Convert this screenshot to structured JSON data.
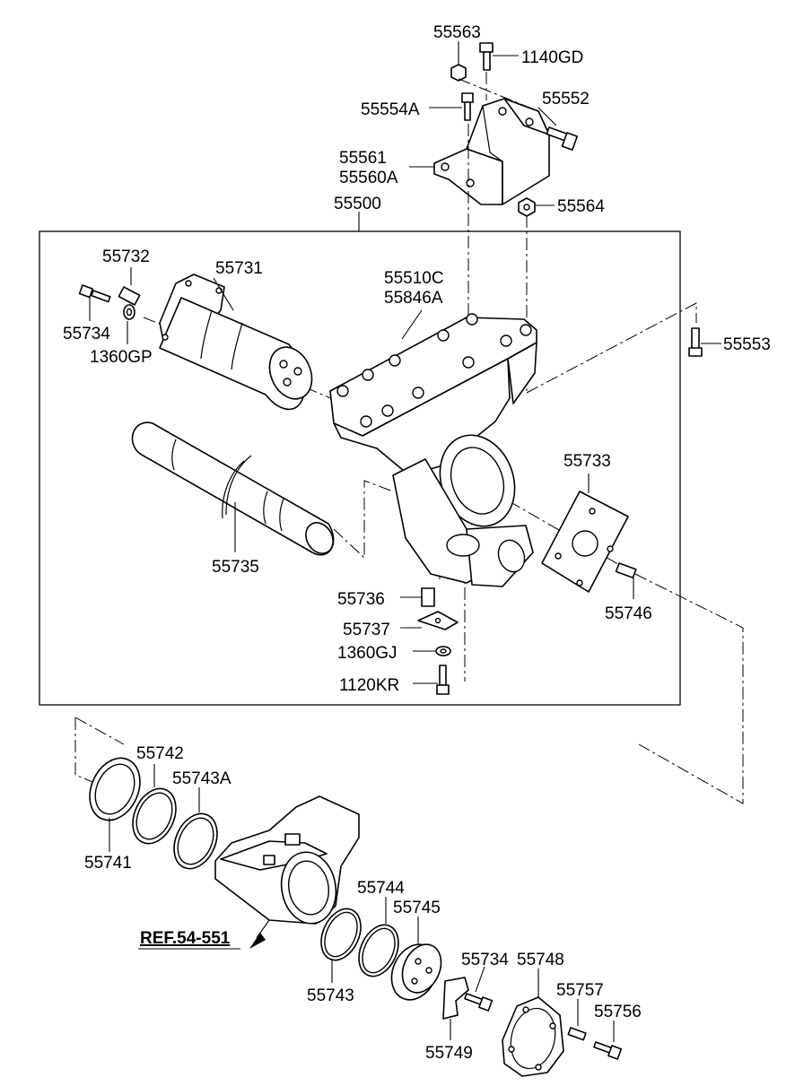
{
  "labels": {
    "p55563": "55563",
    "p1140GD": "1140GD",
    "p55554A": "55554A",
    "p55552": "55552",
    "p55561": "55561",
    "p55560A": "55560A",
    "p55500": "55500",
    "p55564": "55564",
    "p55732": "55732",
    "p55731": "55731",
    "p55734a": "55734",
    "p1360GP": "1360GP",
    "p55510C": "55510C",
    "p55846A": "55846A",
    "p55553": "55553",
    "p55733": "55733",
    "p55735": "55735",
    "p55736": "55736",
    "p55737": "55737",
    "p1360GJ": "1360GJ",
    "p1120KR": "1120KR",
    "p55746": "55746",
    "p55742": "55742",
    "p55743A": "55743A",
    "p55741": "55741",
    "p55744": "55744",
    "p55745": "55745",
    "pREF": "REF.54-551",
    "p55743": "55743",
    "p55734b": "55734",
    "p55748": "55748",
    "p55757": "55757",
    "p55756": "55756",
    "p55749": "55749"
  }
}
